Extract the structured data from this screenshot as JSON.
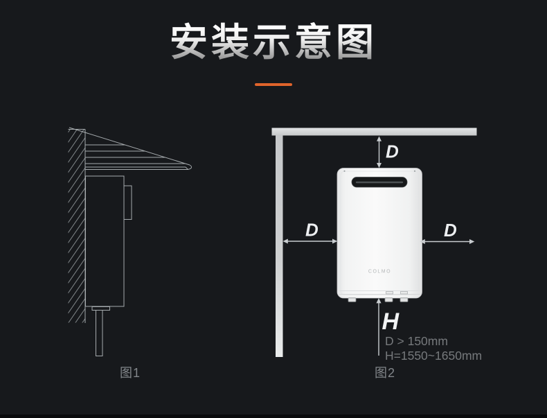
{
  "page": {
    "title": "安装示意图"
  },
  "colors": {
    "background": "#17191c",
    "accent_orange": "#e0642b",
    "drawing_line_gray": "#a6abae",
    "dim_label_light": "#edeff1",
    "spec_text_gray": "#76797c",
    "heater_white": "#f5f6f6",
    "wall_bar_gray": "#ced0d1",
    "footer_strip": "#0a0b0d"
  },
  "figure1": {
    "caption": "图1"
  },
  "figure2": {
    "caption": "图2",
    "clearance_label_top": "D",
    "clearance_label_left": "D",
    "clearance_label_right": "D",
    "height_label": "H",
    "spec_clearance": "D > 150mm",
    "spec_height": "H=1550~1650mm",
    "brand": "COLMO"
  }
}
